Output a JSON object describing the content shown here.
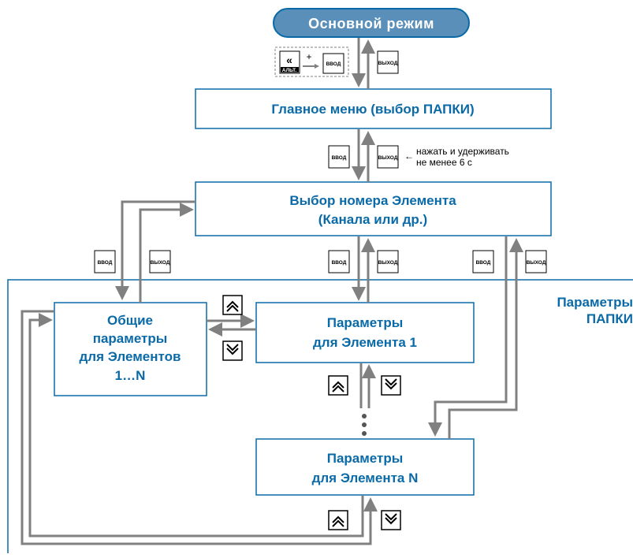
{
  "mode": {
    "label": "Основной режим"
  },
  "boxes": {
    "main_menu": "Главное меню (выбор ПАПКИ)",
    "select_element_1": "Выбор номера Элемента",
    "select_element_2": "(Канала или др.)",
    "common_1": "Общие",
    "common_2": "параметры",
    "common_3": "для Элементов",
    "common_4": "1…N",
    "element1_1": "Параметры",
    "element1_2": "для Элемента 1",
    "elementN_1": "Параметры",
    "elementN_2": "для Элемента N"
  },
  "folder_label": {
    "line1": "Параметры",
    "line2": "ПАПКИ"
  },
  "buttons": {
    "enter": "ВВОД",
    "exit": "ВЫХОД",
    "alt": "АЛЬТ."
  },
  "combo": {
    "plus": "+"
  },
  "note": {
    "line1": "нажать и удерживать",
    "line2": "не менее 6 с",
    "arrow": "←"
  },
  "ellipsis": "⋮",
  "colors": {
    "blue": "#0a6aa8",
    "arrow": "#7f7f7f",
    "mode_fill": "#5a8fb9"
  }
}
